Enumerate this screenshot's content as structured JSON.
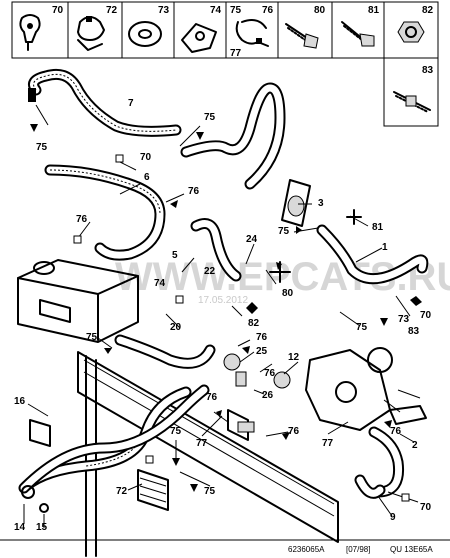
{
  "watermark": "WWW.EPCATS.RU",
  "watermark_date": "17.05.2012",
  "header_parts": [
    "70",
    "72",
    "73",
    "74",
    "75",
    "76",
    "77",
    "80",
    "81",
    "82",
    "83"
  ],
  "callouts": {
    "c7": "7",
    "c75a": "75",
    "c75b": "75",
    "c70": "70",
    "c6": "6",
    "c76a": "76",
    "c3": "3",
    "c81": "81",
    "c75c": "75",
    "c1": "1",
    "c76b": "76",
    "c5": "5",
    "c22": "22",
    "c24": "24",
    "c80": "80",
    "c74": "74",
    "c20": "20",
    "c82": "82",
    "c73": "73",
    "c83": "83",
    "c75d": "75",
    "c70b": "70",
    "c75e": "75",
    "c76c": "76",
    "c25": "25",
    "c12": "12",
    "c76d": "76",
    "c76e": "76",
    "c26": "26",
    "c16": "16",
    "c77a": "77",
    "c77b": "77",
    "c76f": "76",
    "c76g": "76",
    "c2": "2",
    "c75f": "75",
    "c72": "72",
    "c75g": "75",
    "c70c": "70",
    "c9": "9",
    "c14": "14",
    "c15": "15"
  },
  "footer": {
    "ref": "6236065A",
    "date": "[07/98]",
    "code": "QU 13E65A"
  }
}
